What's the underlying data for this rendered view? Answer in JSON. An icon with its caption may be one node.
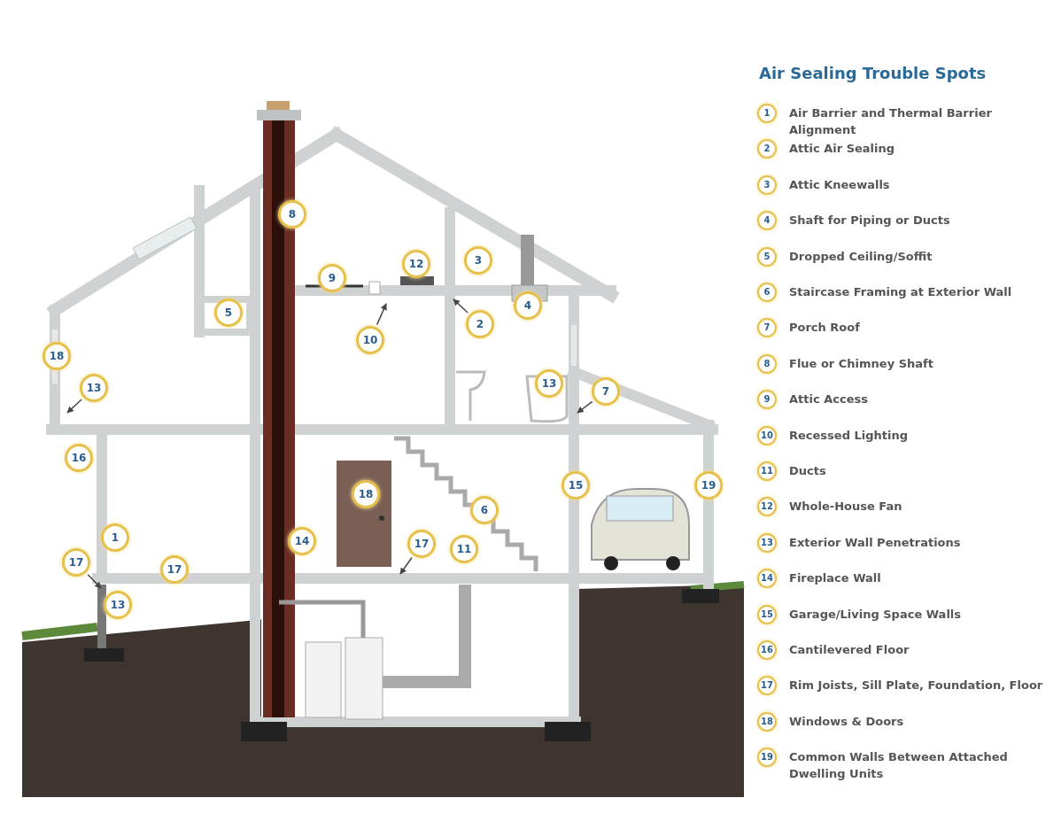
{
  "diagram": {
    "title": "Air Sealing Trouble Spots",
    "nodes": [
      {
        "text": [
          "8"
        ]
      },
      {
        "text": [
          "12"
        ]
      },
      {
        "text": [
          "3"
        ]
      },
      {
        "text": [
          "9"
        ]
      },
      {
        "text": [
          "5"
        ]
      },
      {
        "text": [
          "4"
        ]
      },
      {
        "text": [
          "2"
        ]
      },
      {
        "text": [
          "10"
        ]
      },
      {
        "text": [
          "18"
        ]
      },
      {
        "text": [
          "13"
        ]
      },
      {
        "text": [
          "13"
        ]
      },
      {
        "text": [
          "7"
        ]
      },
      {
        "text": [
          "16"
        ]
      },
      {
        "text": [
          "15"
        ]
      },
      {
        "text": [
          "19"
        ]
      },
      {
        "text": [
          "18"
        ]
      },
      {
        "text": [
          "6"
        ]
      },
      {
        "text": [
          "14"
        ]
      },
      {
        "text": [
          "1"
        ]
      },
      {
        "text": [
          "17"
        ]
      },
      {
        "text": [
          "11"
        ]
      },
      {
        "text": [
          "17"
        ]
      },
      {
        "text": [
          "17"
        ]
      },
      {
        "text": [
          "13"
        ]
      },
      {
        "text": [
          "1"
        ],
        "beside": [
          "Air Barrier and Thermal Barrier Alignment"
        ]
      },
      {
        "text": [
          "2"
        ],
        "beside": [
          "Attic Air Sealing"
        ]
      },
      {
        "text": [
          "3"
        ],
        "beside": [
          "Attic Kneewalls"
        ]
      },
      {
        "text": [
          "4"
        ],
        "beside": [
          "Shaft for Piping or Ducts"
        ]
      },
      {
        "text": [
          "5"
        ],
        "beside": [
          "Dropped Ceiling/Soffit"
        ]
      },
      {
        "text": [
          "6"
        ],
        "beside": [
          "Staircase Framing at Exterior Wall"
        ]
      },
      {
        "text": [
          "7"
        ],
        "beside": [
          "Porch Roof"
        ]
      },
      {
        "text": [
          "8"
        ],
        "beside": [
          "Flue or Chimney Shaft"
        ]
      },
      {
        "text": [
          "9"
        ],
        "beside": [
          "Attic Access"
        ]
      },
      {
        "text": [
          "10"
        ],
        "beside": [
          "Recessed Lighting"
        ]
      },
      {
        "text": [
          "11"
        ],
        "beside": [
          "Ducts"
        ]
      },
      {
        "text": [
          "12"
        ],
        "beside": [
          "Whole-House Fan"
        ]
      },
      {
        "text": [
          "13"
        ],
        "beside": [
          "Exterior Wall Penetrations"
        ]
      },
      {
        "text": [
          "14"
        ],
        "beside": [
          "Fireplace Wall"
        ]
      },
      {
        "text": [
          "15"
        ],
        "beside": [
          "Garage/Living Space Walls"
        ]
      },
      {
        "text": [
          "16"
        ],
        "beside": [
          "Cantilevered Floor"
        ]
      },
      {
        "text": [
          "17"
        ],
        "beside": [
          "Rim Joists, Sill Plate, Foundation, Floor"
        ]
      },
      {
        "text": [
          "18"
        ],
        "beside": [
          "Windows & Doors"
        ]
      },
      {
        "text": [
          "19"
        ],
        "beside": [
          "Common Walls Between Attached Dwelling Units"
        ]
      }
    ],
    "edges": [
      {
        "from": 6,
        "to": null,
        "arrow": "to"
      },
      {
        "from": 7,
        "to": null,
        "arrow": "to"
      },
      {
        "from": 9,
        "to": null,
        "arrow": "to"
      },
      {
        "from": 11,
        "to": null,
        "arrow": "to"
      },
      {
        "from": 19,
        "to": null,
        "arrow": "to"
      },
      {
        "from": 21,
        "to": null,
        "arrow": "to"
      }
    ]
  }
}
